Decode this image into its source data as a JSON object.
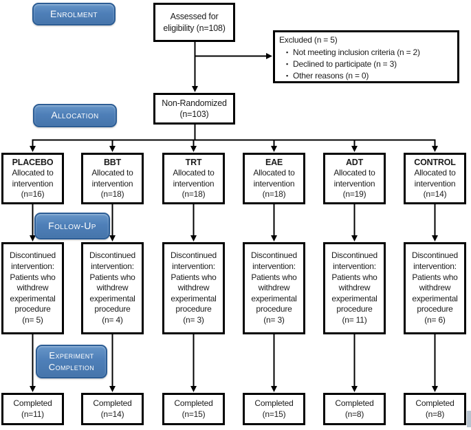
{
  "labels": {
    "enrolment": "Enrolment",
    "allocation": "Allocation",
    "followup": "Follow-Up",
    "completion": "Experiment Completion"
  },
  "flow": {
    "assessed": {
      "line1": "Assessed for",
      "line2": "eligibility (n=108)"
    },
    "excluded": {
      "title": "Excluded (n = 5)",
      "bullet": "▪",
      "items": [
        "Not meeting inclusion criteria (n = 2)",
        "Declined to participate (n = 3)",
        "Other reasons (n = 0)"
      ]
    },
    "non_randomized": {
      "line1": "Non-Randomized",
      "line2": "(n=103)"
    }
  },
  "arms": [
    {
      "name": "PLACEBO",
      "allocated": "Allocated to intervention",
      "allocated_n": "(n=16)",
      "discontinued": "Discontinued intervention: Patients who withdrew experimental procedure",
      "discontinued_n": "(n= 5)",
      "completed": "Completed",
      "completed_n": "(n=11)"
    },
    {
      "name": "BBT",
      "allocated": "Allocated to intervention",
      "allocated_n": "(n=18)",
      "discontinued": "Discontinued intervention: Patients who withdrew experimental procedure",
      "discontinued_n": "(n= 4)",
      "completed": "Completed",
      "completed_n": "(n=14)"
    },
    {
      "name": "TRT",
      "allocated": "Allocated to intervention",
      "allocated_n": "(n=18)",
      "discontinued": "Discontinued intervention: Patients who withdrew experimental procedure",
      "discontinued_n": "(n= 3)",
      "completed": "Completed",
      "completed_n": "(n=15)"
    },
    {
      "name": "EAE",
      "allocated": "Allocated to intervention",
      "allocated_n": "(n=18)",
      "discontinued": "Discontinued intervention: Patients who withdrew experimental procedure",
      "discontinued_n": "(n= 3)",
      "completed": "Completed",
      "completed_n": "(n=15)"
    },
    {
      "name": "ADT",
      "allocated": "Allocated to intervention",
      "allocated_n": "(n=19)",
      "discontinued": "Discontinued intervention: Patients who withdrew experimental procedure",
      "discontinued_n": "(n= 11)",
      "completed": "Completed",
      "completed_n": "(n=8)"
    },
    {
      "name": "CONTROL",
      "allocated": "Allocated to intervention",
      "allocated_n": "(n=14)",
      "discontinued": "Discontinued intervention: Patients who withdrew experimental procedure",
      "discontinued_n": "(n= 6)",
      "completed": "Completed",
      "completed_n": "(n=8)"
    }
  ],
  "colors": {
    "button_fill": "#4e7fb8",
    "button_border": "#2b5c94",
    "box_border": "#000000"
  }
}
